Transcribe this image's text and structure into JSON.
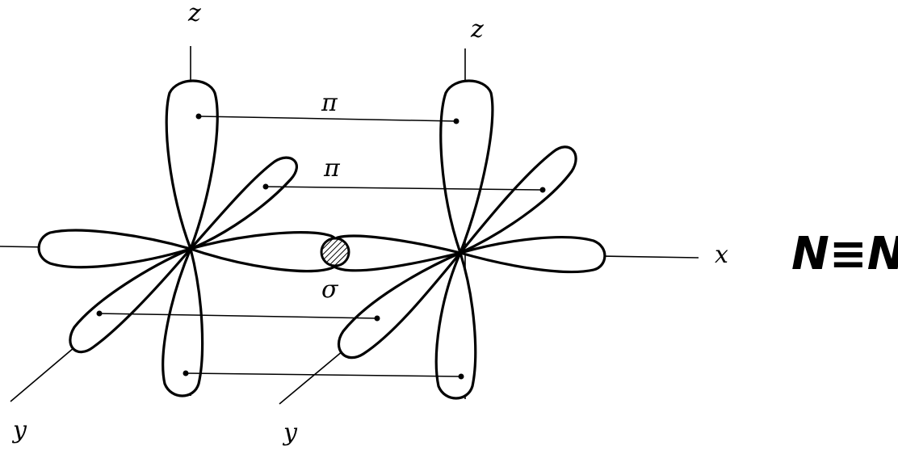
{
  "axis_labels": {
    "z_left": "z",
    "z_right": "z",
    "x": "x",
    "y_left": "y",
    "y_right": "y"
  },
  "bond_labels": {
    "pi_top": "π",
    "pi_middle": "π",
    "sigma": "σ"
  },
  "formula": "N≡N"
}
